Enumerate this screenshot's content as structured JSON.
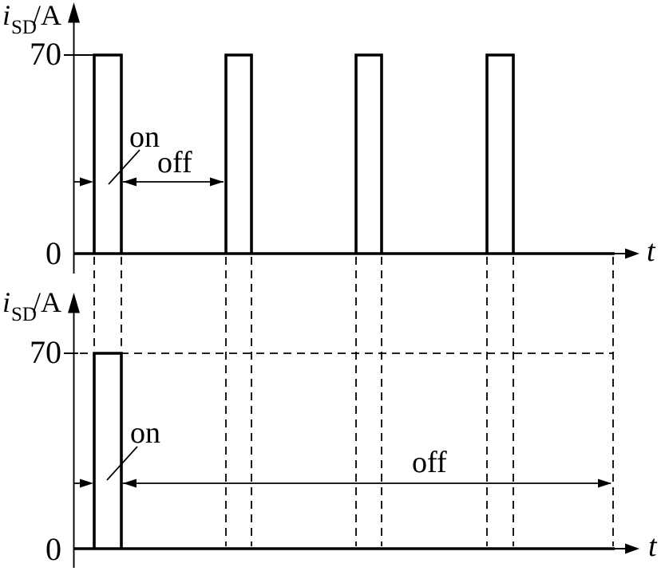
{
  "figure": {
    "kind": "dual pulse-waveform diagram",
    "background_color": "#ffffff",
    "line_color": "#000000"
  },
  "charts": [
    {
      "position": "top",
      "y_axis_label": {
        "variable": "i",
        "subscript": "SD",
        "unit": "/A"
      },
      "x_axis_label": "t",
      "tick_70": "70",
      "tick_0": "0",
      "on_label": "on",
      "off_label": "off"
    },
    {
      "position": "bottom",
      "y_axis_label": {
        "variable": "i",
        "subscript": "SD",
        "unit": "/A"
      },
      "x_axis_label": "t",
      "tick_70": "70",
      "tick_0": "0",
      "on_label": "on",
      "off_label": "off"
    }
  ],
  "chart_data": [
    {
      "type": "line",
      "waveform": "periodic rectangular pulse train",
      "title": "",
      "xlabel": "t",
      "ylabel": "iSD/A",
      "ylim": [
        0,
        70
      ],
      "yticks": [
        0,
        70
      ],
      "amplitude": 70,
      "x_units": "time axis unlabeled; values given in pulse periods T",
      "pulses": [
        {
          "start": 0.16,
          "end": 0.36
        },
        {
          "start": 1.16,
          "end": 1.36
        },
        {
          "start": 2.16,
          "end": 2.36
        },
        {
          "start": 3.16,
          "end": 3.36
        }
      ],
      "duty_annotation": {
        "on_interval": [
          0.16,
          0.36
        ],
        "off_interval": [
          0.36,
          1.16
        ]
      },
      "grid": false,
      "legend": false
    },
    {
      "type": "line",
      "waveform": "single rectangular pulse followed by long off interval",
      "title": "",
      "xlabel": "t",
      "ylabel": "iSD/A",
      "ylim": [
        0,
        70
      ],
      "yticks": [
        0,
        70
      ],
      "amplitude": 70,
      "x_units": "time axis unlabeled; values given in pulse periods T",
      "pulses": [
        {
          "start": 0.16,
          "end": 0.36
        }
      ],
      "duty_annotation": {
        "on_interval": [
          0.16,
          0.36
        ],
        "off_interval": [
          0.36,
          4.12
        ]
      },
      "dashed_guides_at": [
        0.16,
        0.36,
        1.16,
        1.36,
        2.16,
        2.36,
        3.16,
        3.36,
        4.12
      ],
      "dashed_amplitude_level": 70,
      "grid": false,
      "legend": false
    }
  ]
}
